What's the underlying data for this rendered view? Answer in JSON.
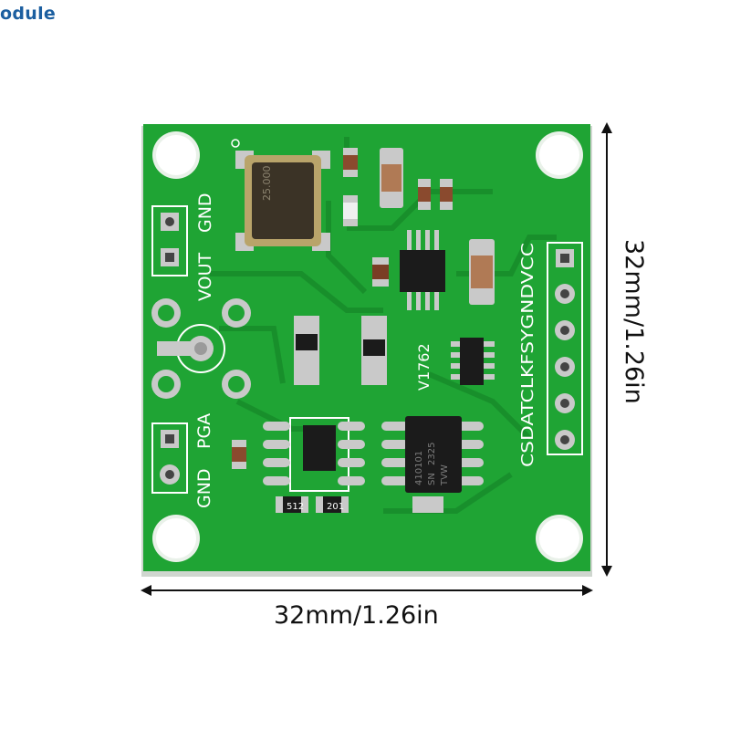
{
  "brand": "odule",
  "dimensions": {
    "width_label": "32mm/1.26in",
    "height_label": "32mm/1.26in"
  },
  "silkscreen": {
    "top_header": [
      "VOUT",
      "GND"
    ],
    "bottom_header": [
      "PGA",
      "GND"
    ],
    "right_header": [
      "CS",
      "DAT",
      "CLK",
      "FSY",
      "GND",
      "VCC"
    ],
    "right_header_text": "CSDATCLKFSYGNDVCC",
    "board_id": "V1762",
    "resistor_labels": [
      "512",
      "201"
    ],
    "chip_text": [
      "410101",
      "SN",
      "2325",
      "TVW"
    ],
    "crystal_text": "25.000"
  },
  "colors": {
    "pcb": "#1fa434",
    "pcb_dark": "#178a2a",
    "silk": "#ffffff",
    "pad": "#c9c9c9",
    "chip": "#1b1b1b",
    "brand": "#1c5fa0"
  }
}
